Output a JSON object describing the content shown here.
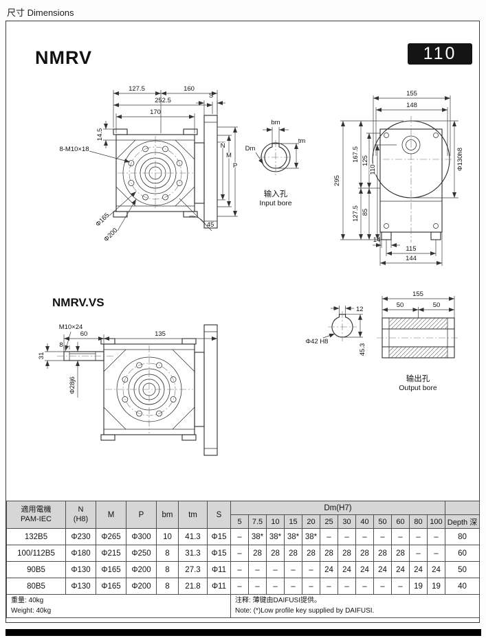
{
  "page": {
    "header_title": "尺寸 Dimensions",
    "size_badge": "110"
  },
  "nmrv": {
    "title": "NMRV",
    "dim_127_5": "127.5",
    "dim_160": "160",
    "dim_252_5": "252.5",
    "dim_170": "170",
    "dim_14_5": "14.5",
    "dim_S": "S",
    "dim_N": "N",
    "dim_M": "M",
    "dim_P": "P",
    "bolt_note": "8-M10×18",
    "dim_phi165": "Φ165",
    "dim_phi200": "Φ200",
    "dim_45": "45"
  },
  "input_bore": {
    "dim_bm": "bm",
    "dim_tm": "tm",
    "dim_Dm": "Dm",
    "caption_zh": "输入孔",
    "caption_en": "Input bore"
  },
  "side_view": {
    "dim_155": "155",
    "dim_148": "148",
    "dim_167_5": "167.5",
    "dim_125": "125",
    "dim_110": "110",
    "dim_295": "295",
    "dim_127_5": "127.5",
    "dim_85": "85",
    "dim_14": "14",
    "dim_115": "115",
    "dim_144": "144",
    "dim_phi130h8": "Φ130h8"
  },
  "nmrv_vs": {
    "title": "NMRV.VS",
    "dim_m10x24": "M10×24",
    "dim_60": "60",
    "dim_135": "135",
    "dim_31": "31",
    "dim_8": "8",
    "dim_phi28j6": "Φ28j6"
  },
  "output_bore": {
    "dim_155": "155",
    "dim_50_left": "50",
    "dim_50_right": "50",
    "dim_12": "12",
    "dim_phi42h8": "Φ42 H8",
    "dim_45_3": "45.3",
    "caption_zh": "输出孔",
    "caption_en": "Output bore"
  },
  "table": {
    "header": {
      "pam_line1": "適用電機",
      "pam_line2": "PAM-IEC",
      "n_line1": "N",
      "n_line2": "(H8)",
      "m": "M",
      "p": "P",
      "bm": "bm",
      "tm": "tm",
      "s": "S",
      "dm": "Dm(H7)",
      "depth": "Depth 深",
      "dm_sizes": [
        "5",
        "7.5",
        "10",
        "15",
        "20",
        "25",
        "30",
        "40",
        "50",
        "60",
        "80",
        "100"
      ]
    },
    "rows": [
      {
        "pam": "132B5",
        "n": "Φ230",
        "m": "Φ265",
        "p": "Φ300",
        "bm": "10",
        "tm": "41.3",
        "s": "Φ15",
        "dm": [
          "–",
          "38*",
          "38*",
          "38*",
          "38*",
          "–",
          "–",
          "–",
          "–",
          "–",
          "–",
          "–"
        ],
        "depth": "80"
      },
      {
        "pam": "100/112B5",
        "n": "Φ180",
        "m": "Φ215",
        "p": "Φ250",
        "bm": "8",
        "tm": "31.3",
        "s": "Φ15",
        "dm": [
          "–",
          "28",
          "28",
          "28",
          "28",
          "28",
          "28",
          "28",
          "28",
          "28",
          "–",
          "–"
        ],
        "depth": "60"
      },
      {
        "pam": "90B5",
        "n": "Φ130",
        "m": "Φ165",
        "p": "Φ200",
        "bm": "8",
        "tm": "27.3",
        "s": "Φ11",
        "dm": [
          "–",
          "–",
          "–",
          "–",
          "–",
          "24",
          "24",
          "24",
          "24",
          "24",
          "24",
          "24"
        ],
        "depth": "50"
      },
      {
        "pam": "80B5",
        "n": "Φ130",
        "m": "Φ165",
        "p": "Φ200",
        "bm": "8",
        "tm": "21.8",
        "s": "Φ11",
        "dm": [
          "–",
          "–",
          "–",
          "–",
          "–",
          "–",
          "–",
          "–",
          "–",
          "–",
          "19",
          "19"
        ],
        "depth": "40"
      }
    ],
    "footer": {
      "weight_zh": "重量: 40kg",
      "weight_en": "Weight: 40kg",
      "note_zh": "注释: 薄键由DAIFUSI提供。",
      "note_en": "Note: (*)Low profile key supplied by DAIFUSI."
    }
  }
}
